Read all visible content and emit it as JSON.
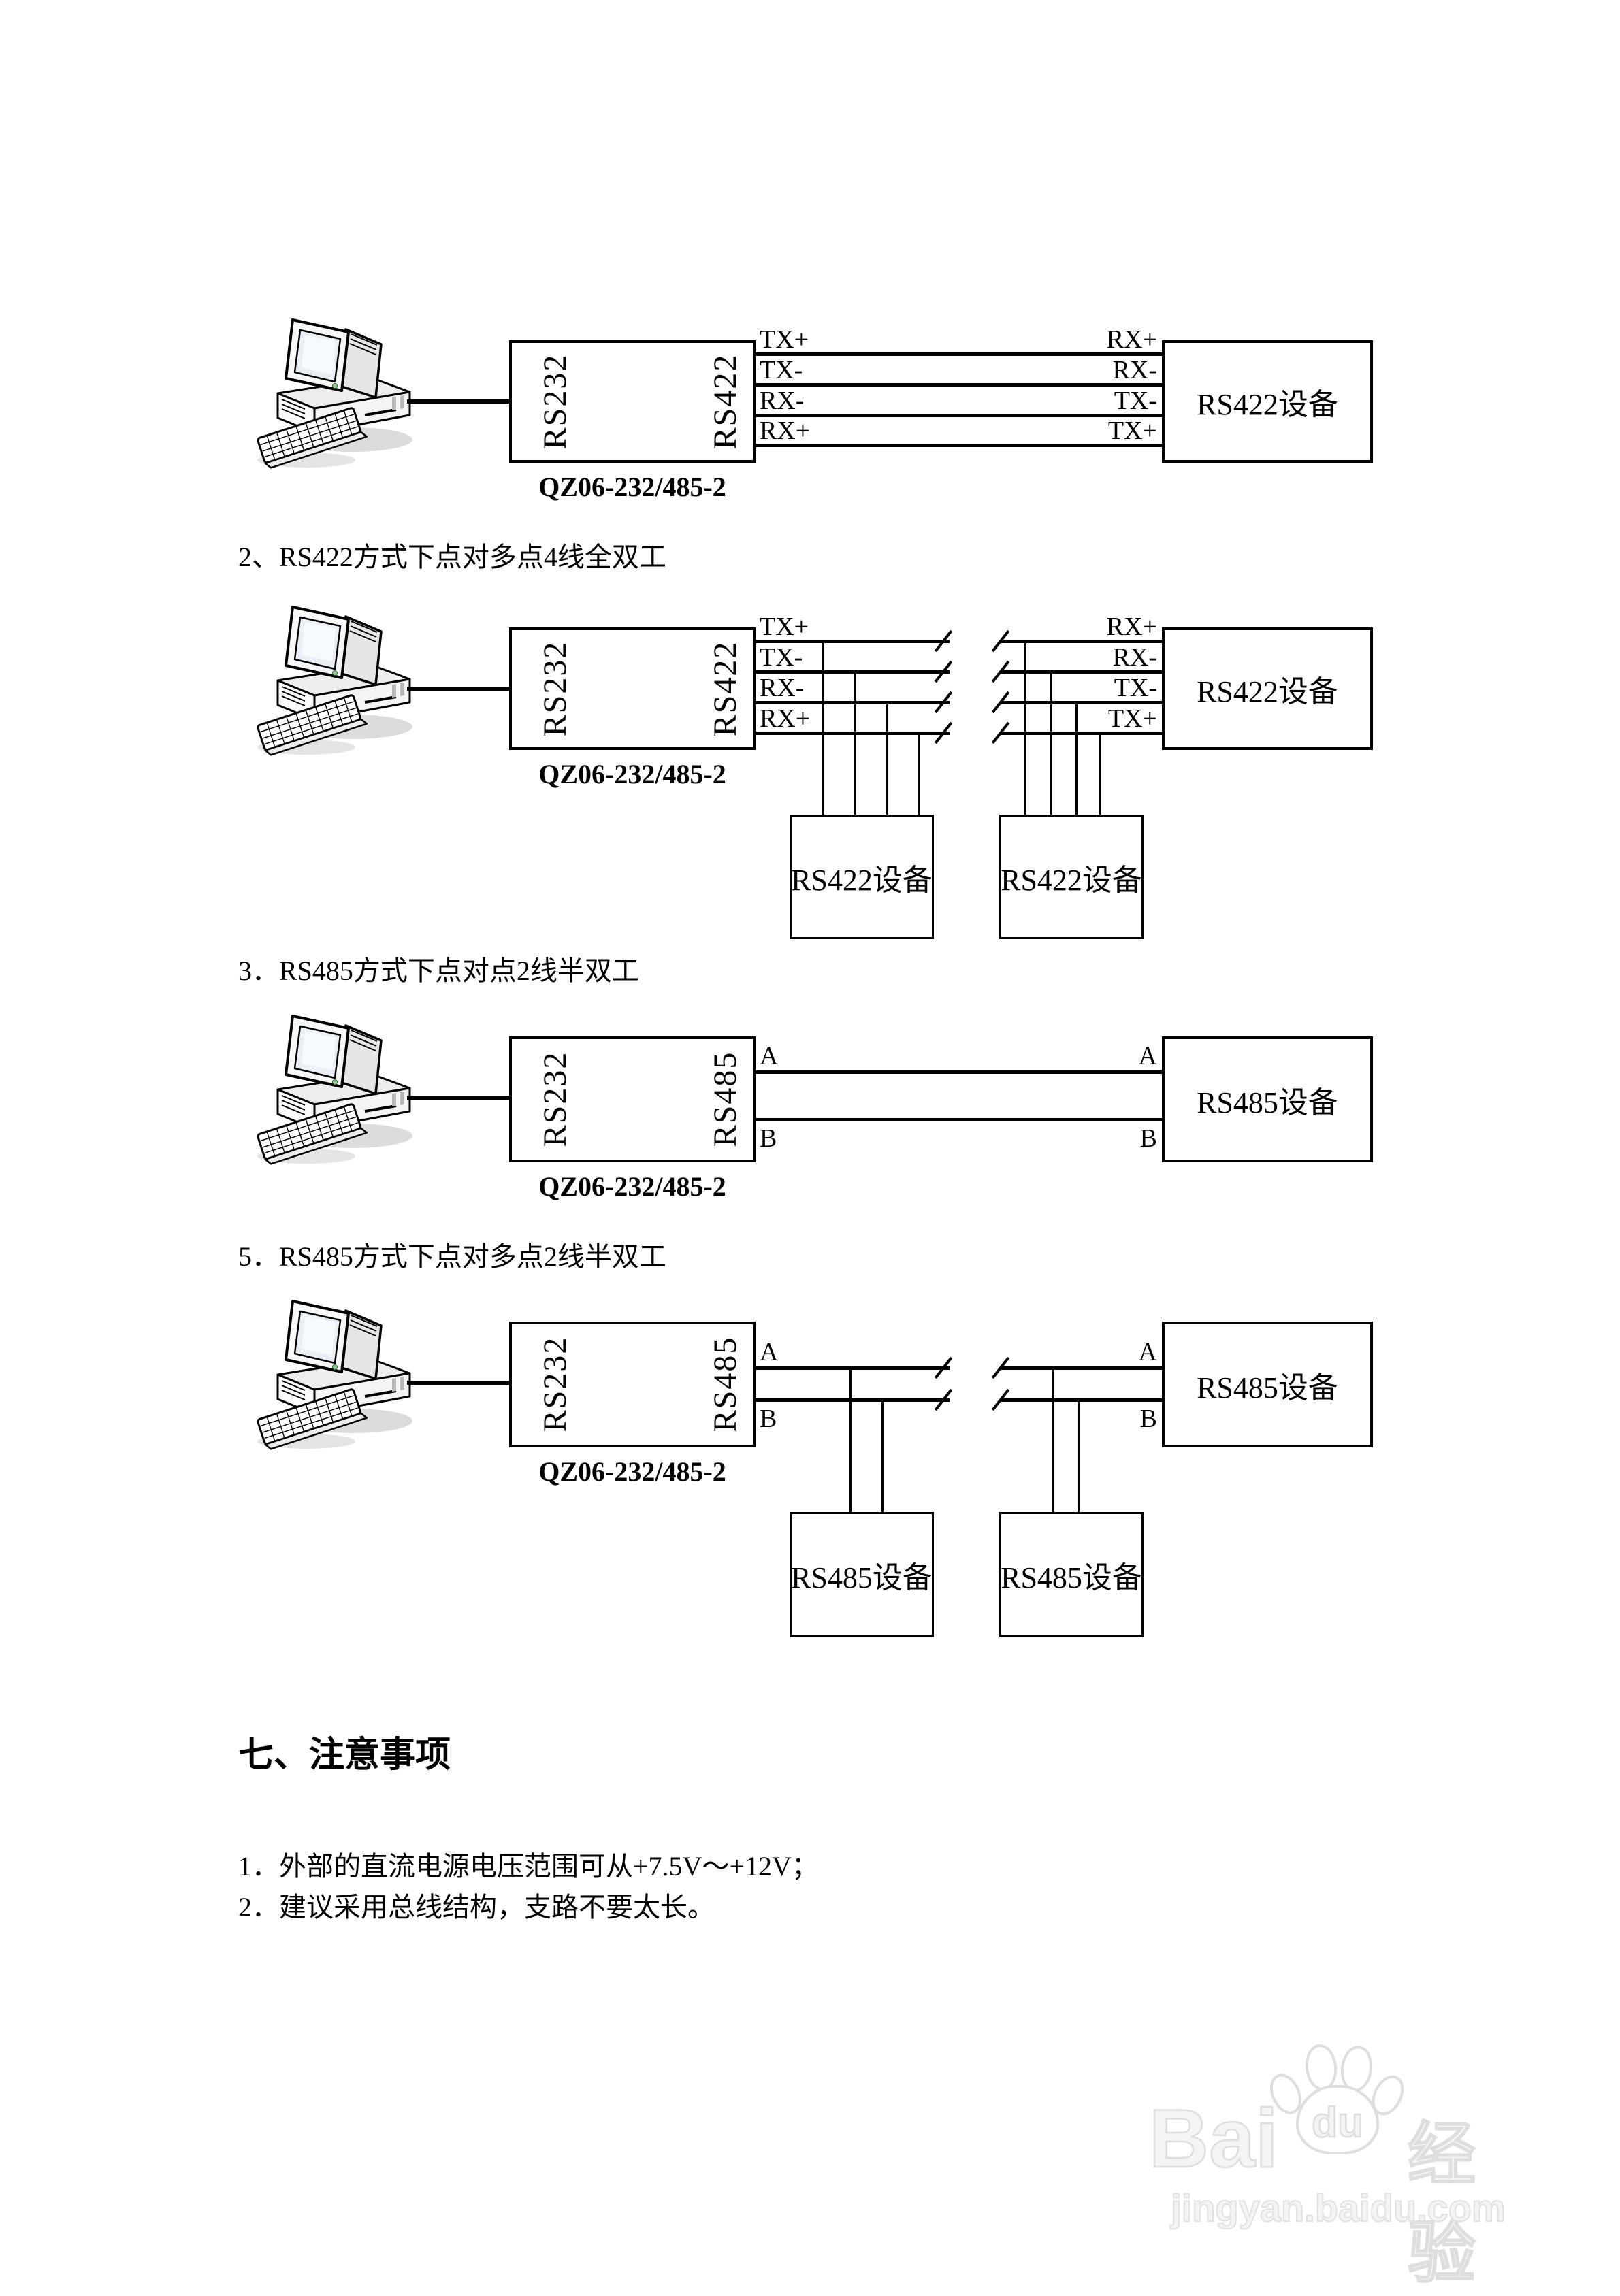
{
  "converter_model": "QZ06-232/485-2",
  "headings": {
    "h2": "2、RS422方式下点对多点4线全双工",
    "h3": "3．RS485方式下点对点2线半双工",
    "h5": "5．RS485方式下点对多点2线半双工"
  },
  "notes": {
    "title": "七、注意事项",
    "item1": "1．外部的直流电源电压范围可从+7.5V～+12V；",
    "item2": "2．建议采用总线结构，支路不要太长。"
  },
  "diagrams": [
    {
      "name": "rs422-point-to-point",
      "converter": {
        "left": "RS232",
        "right": "RS422"
      },
      "device": "RS422设备",
      "wires": [
        {
          "l": "TX+",
          "r": "RX+"
        },
        {
          "l": "TX-",
          "r": "RX-"
        },
        {
          "l": "RX-",
          "r": "TX-"
        },
        {
          "l": "RX+",
          "r": "TX+"
        }
      ]
    },
    {
      "name": "rs422-multidrop",
      "converter": {
        "left": "RS232",
        "right": "RS422"
      },
      "device": "RS422设备",
      "wires": [
        {
          "l": "TX+",
          "r": "RX+"
        },
        {
          "l": "TX-",
          "r": "RX-"
        },
        {
          "l": "RX-",
          "r": "TX-"
        },
        {
          "l": "RX+",
          "r": "TX+"
        }
      ],
      "drops": [
        "RS422设备",
        "RS422设备"
      ]
    },
    {
      "name": "rs485-point-to-point",
      "converter": {
        "left": "RS232",
        "right": "RS485"
      },
      "device": "RS485设备",
      "wires": [
        {
          "l": "A",
          "r": "A"
        },
        {
          "l": "B",
          "r": "B"
        }
      ]
    },
    {
      "name": "rs485-multidrop",
      "converter": {
        "left": "RS232",
        "right": "RS485"
      },
      "device": "RS485设备",
      "wires": [
        {
          "l": "A",
          "r": "A"
        },
        {
          "l": "B",
          "r": "B"
        }
      ],
      "drops": [
        "RS485设备",
        "RS485设备"
      ]
    }
  ],
  "watermark": {
    "bai": "Bai",
    "du": "du",
    "jingyan": "经验",
    "url": "jingyan.baidu.com"
  }
}
